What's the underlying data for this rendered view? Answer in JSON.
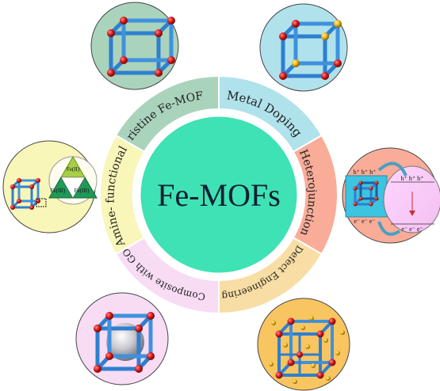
{
  "center": {
    "label": "Fe-MOFs"
  },
  "segments": [
    {
      "label": "Pristine Fe-MOFs",
      "color": "#aad3bc"
    },
    {
      "label": "Metal Doping",
      "color": "#b0e2ec"
    },
    {
      "label": "Heterojunction",
      "color": "#f9ac98"
    },
    {
      "label": "Defect Engineering",
      "color": "#f8dea4"
    },
    {
      "label": "Composite with GO",
      "color": "#f7dcf4"
    },
    {
      "label": "Amine- functional",
      "color": "#f8f6b8"
    }
  ],
  "amine_panel": {
    "top": "Fe(II)",
    "left": "Fe(III)",
    "right": "Fe(III)"
  },
  "heterojunction_panel": {
    "holes": "h⁺ h⁺ h⁺",
    "electrons": "e⁻ e⁻ e⁻"
  },
  "colors": {
    "center_fill": "#3fe2b4",
    "ring_bg": "#e8e8e8",
    "cube_edge": "#2f7fcf",
    "node": "#d21919",
    "dopant": "#e8b21a"
  }
}
